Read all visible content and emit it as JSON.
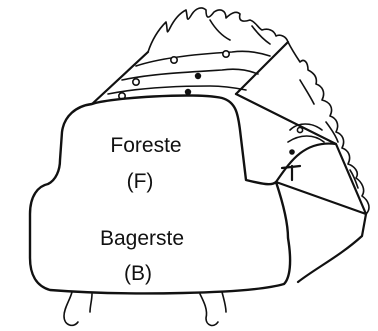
{
  "labels": {
    "front_name": "Foreste",
    "front_code": "(F)",
    "back_name": "Bagerste",
    "back_code": "(B)"
  }
}
